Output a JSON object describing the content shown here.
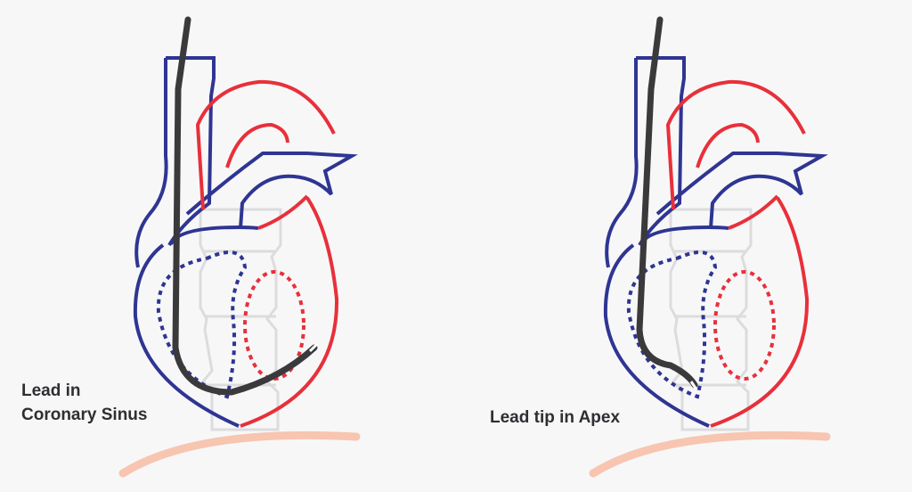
{
  "colors": {
    "background": "#f7f7f8",
    "venous_blue": "#2e3592",
    "arterial_red": "#e8303a",
    "lead_dark": "#3a3a3c",
    "spine_gray": "#dcdcde",
    "diaphragm_peach": "#f7c5b0"
  },
  "panels": [
    {
      "caption_lines": [
        "Lead in",
        "Coronary Sinus"
      ]
    },
    {
      "caption_lines": [
        "Lead tip in Apex"
      ]
    }
  ]
}
